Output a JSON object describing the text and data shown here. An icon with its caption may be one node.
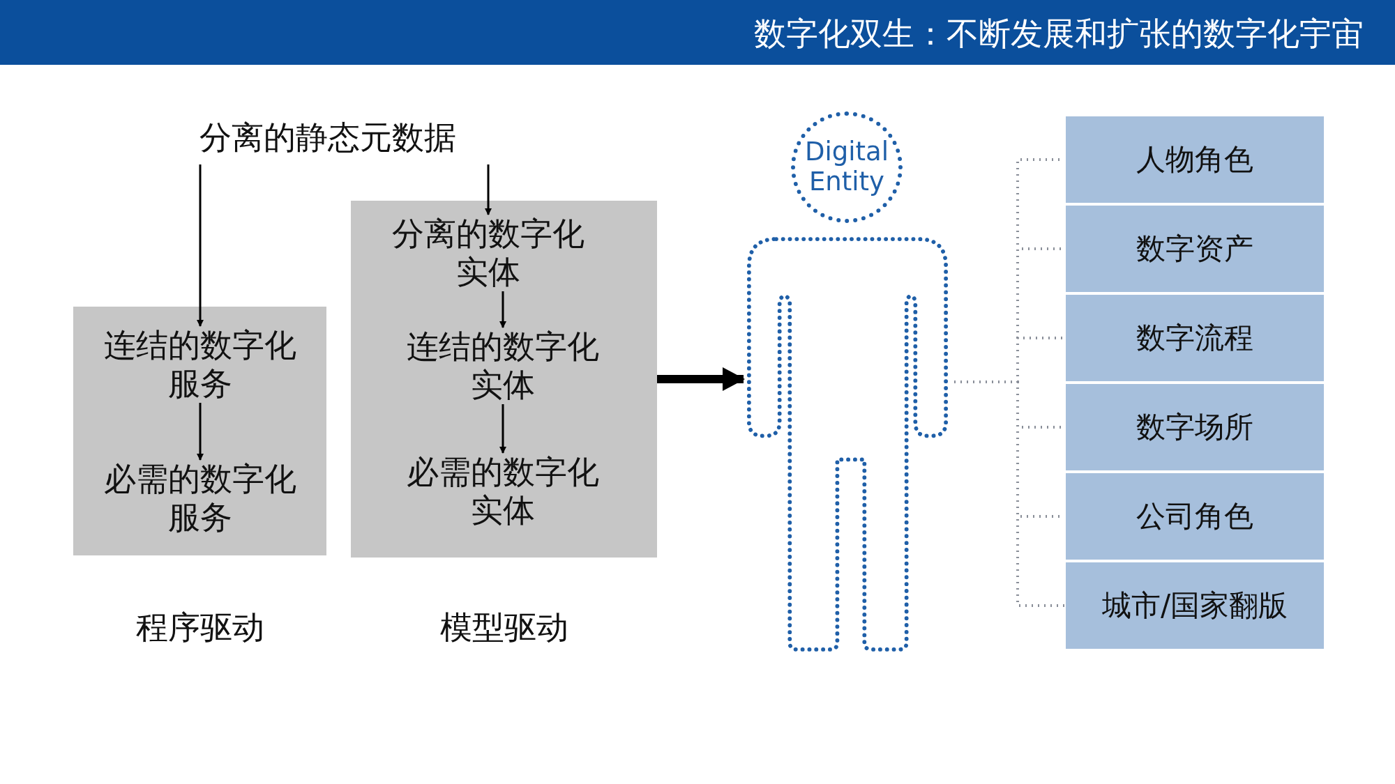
{
  "diagram": {
    "title": "数字化双生：不断发展和扩张的数字化宇宙",
    "nodes": [
      {
        "text": [
          "分离的静态元数据"
        ]
      },
      {
        "text": [],
        "shape": "box",
        "beside": [
          "程序驱动"
        ]
      },
      {
        "text": [
          "连结的数字化服务"
        ],
        "in": 1
      },
      {
        "text": [
          "必需的数字化服务"
        ],
        "in": 1
      },
      {
        "text": [],
        "shape": "box",
        "beside": [
          "模型驱动"
        ]
      },
      {
        "text": [
          "分离的数字化实体"
        ],
        "in": 4
      },
      {
        "text": [
          "连结的数字化实体"
        ],
        "in": 4
      },
      {
        "text": [
          "必需的数字化实体"
        ],
        "in": 4
      },
      {
        "text": [
          "Digital Entity"
        ]
      },
      {
        "text": [],
        "shape": "person"
      },
      {
        "text": [
          "人物角色"
        ]
      },
      {
        "text": [
          "数字资产"
        ]
      },
      {
        "text": [
          "数字流程"
        ]
      },
      {
        "text": [
          "数字场所"
        ]
      },
      {
        "text": [
          "公司角色"
        ]
      },
      {
        "text": [
          "城市/国家翻版"
        ]
      }
    ],
    "edges": [
      {
        "from": 0,
        "to": 2,
        "arrow": "to",
        "color": "#000000"
      },
      {
        "from": 0,
        "to": 5,
        "arrow": "to",
        "color": "#000000"
      },
      {
        "from": 2,
        "to": 3,
        "arrow": "to",
        "color": "#000000"
      },
      {
        "from": 5,
        "to": 6,
        "arrow": "to",
        "color": "#000000"
      },
      {
        "from": 6,
        "to": 7,
        "arrow": "to",
        "color": "#000000"
      },
      {
        "from": 4,
        "to": 9,
        "arrow": "to",
        "style": "thick",
        "color": "#000000"
      },
      {
        "from": 9,
        "to": 10,
        "arrow": "none",
        "style": "dashed",
        "color": "#8a8f99"
      },
      {
        "from": 9,
        "to": 11,
        "arrow": "none",
        "style": "dashed",
        "color": "#8a8f99"
      },
      {
        "from": 9,
        "to": 12,
        "arrow": "none",
        "style": "dashed",
        "color": "#8a8f99"
      },
      {
        "from": 9,
        "to": 13,
        "arrow": "none",
        "style": "dashed",
        "color": "#8a8f99"
      },
      {
        "from": 9,
        "to": 14,
        "arrow": "none",
        "style": "dashed",
        "color": "#8a8f99"
      },
      {
        "from": 9,
        "to": 15,
        "arrow": "none",
        "style": "dashed",
        "color": "#8a8f99"
      }
    ]
  }
}
